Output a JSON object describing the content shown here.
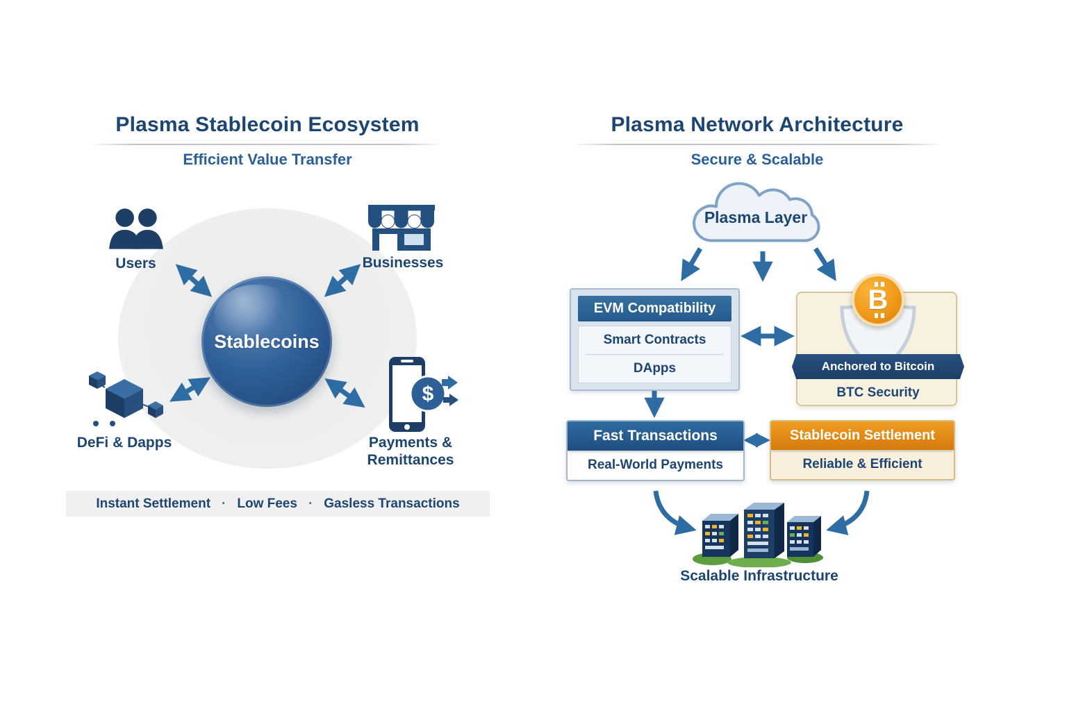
{
  "left": {
    "title": "Plasma Stablecoin Ecosystem",
    "subtitle": "Efficient Value Transfer",
    "center_label": "Stablecoins",
    "nodes": [
      {
        "label": "Users"
      },
      {
        "label": "Businesses"
      },
      {
        "label": "DeFi & Dapps"
      },
      {
        "label": "Payments & Remittances"
      }
    ],
    "footer": {
      "items": [
        "Instant Settlement",
        "Low Fees",
        "Gasless Transactions"
      ],
      "separator": "·"
    }
  },
  "right": {
    "title": "Plasma Network Architecture",
    "subtitle": "Secure & Scalable",
    "cloud_label": "Plasma Layer",
    "evm": {
      "header": "EVM Compatibility",
      "rows": [
        "Smart Contracts",
        "DApps"
      ]
    },
    "bitcoin": {
      "coin_letter": "B",
      "ribbon": "Anchored to Bitcoin",
      "caption": "BTC Security"
    },
    "fast": {
      "header": "Fast Transactions",
      "body": "Real-World Payments"
    },
    "settlement": {
      "header": "Stablecoin Settlement",
      "body": "Reliable & Efficient"
    },
    "infrastructure_label": "Scalable Infrastructure"
  },
  "colors": {
    "navy": "#1d4572",
    "blue": "#2e6da4",
    "arrow_blue": "#2e6da4",
    "orange": "#e8941a",
    "cream": "#f8f1df",
    "light_gray": "#efefef",
    "coin_orange": "#f09a1a"
  }
}
